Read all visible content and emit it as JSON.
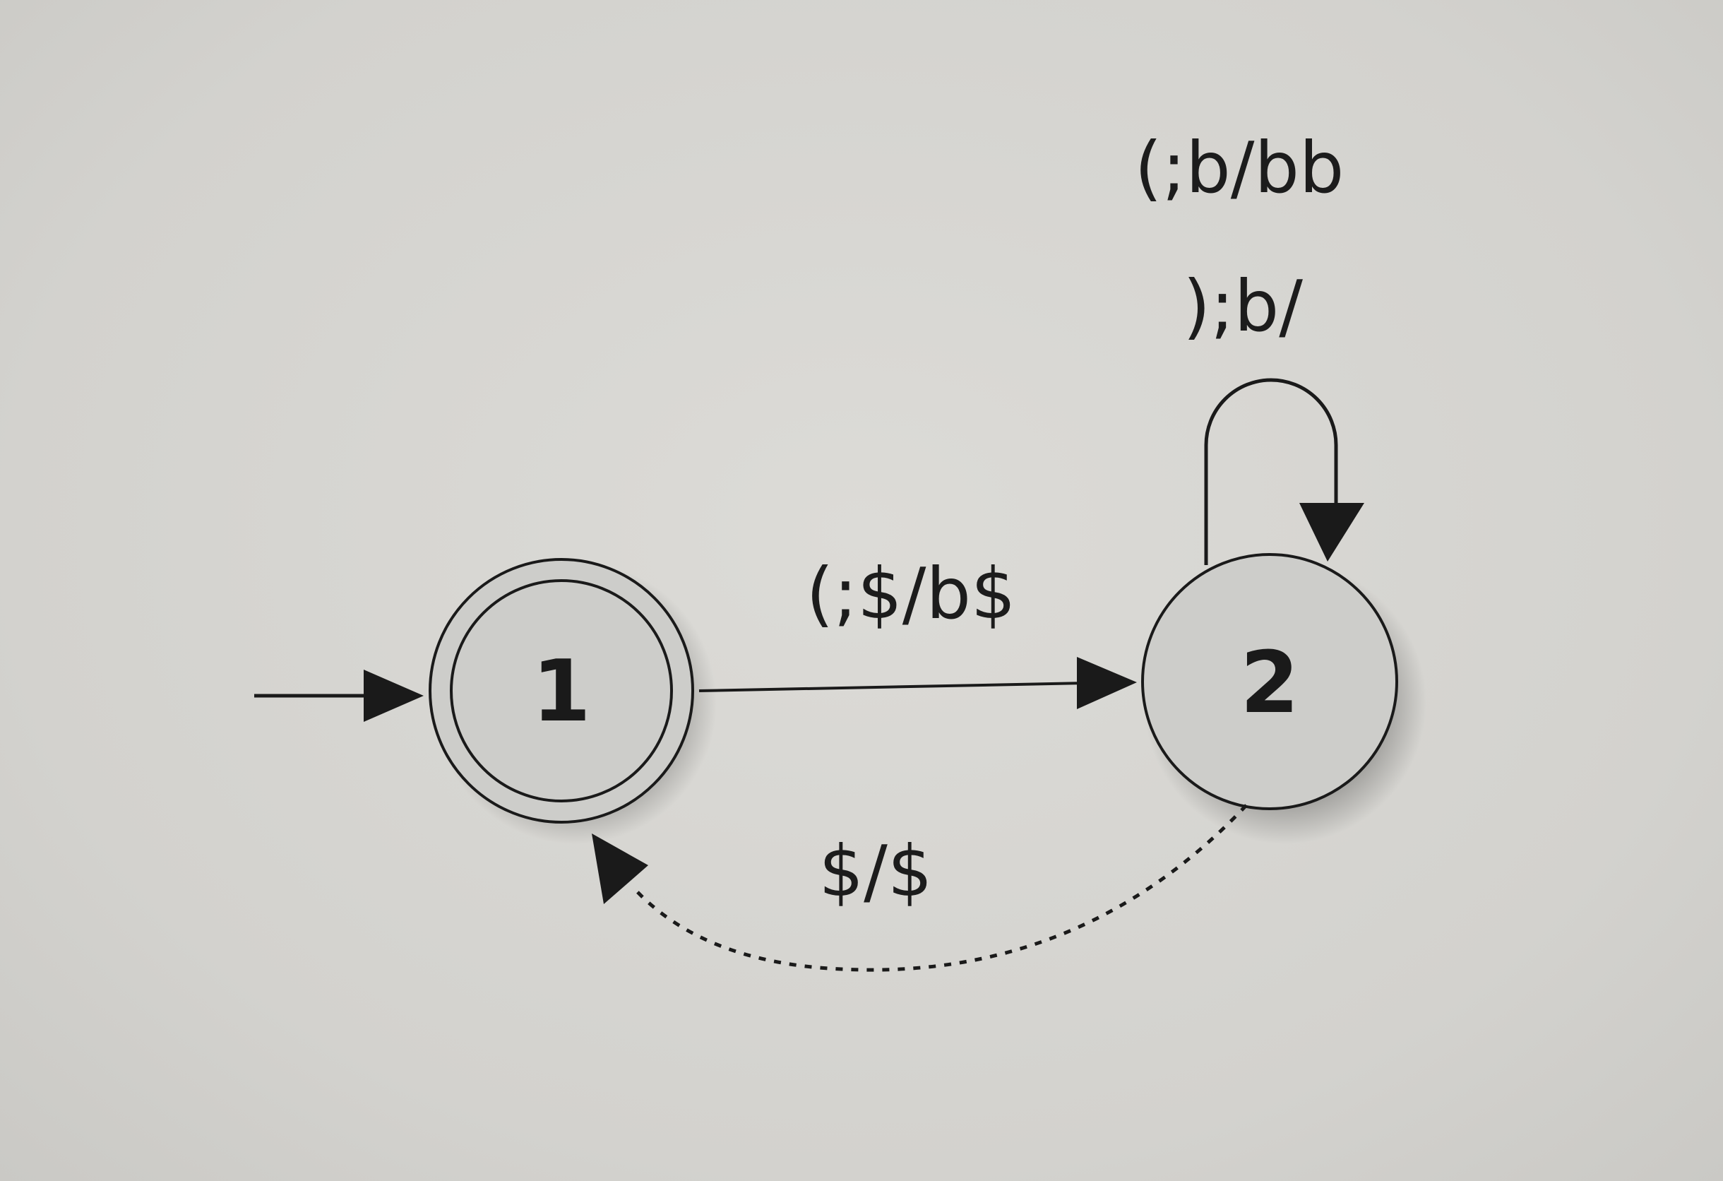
{
  "states": [
    {
      "id": "1",
      "label": "1",
      "accepting": true,
      "initial": true
    },
    {
      "id": "2",
      "label": "2",
      "accepting": false,
      "initial": false
    }
  ],
  "transitions": {
    "t12": {
      "from": "1",
      "to": "2",
      "label": "(;$/b$",
      "style": "solid"
    },
    "loop2_a": {
      "from": "2",
      "to": "2",
      "label": "(;b/bb",
      "style": "solid"
    },
    "loop2_b": {
      "from": "2",
      "to": "2",
      "label": ");b/",
      "style": "solid"
    },
    "t21": {
      "from": "2",
      "to": "1",
      "label": "$/$",
      "style": "dashed"
    }
  }
}
